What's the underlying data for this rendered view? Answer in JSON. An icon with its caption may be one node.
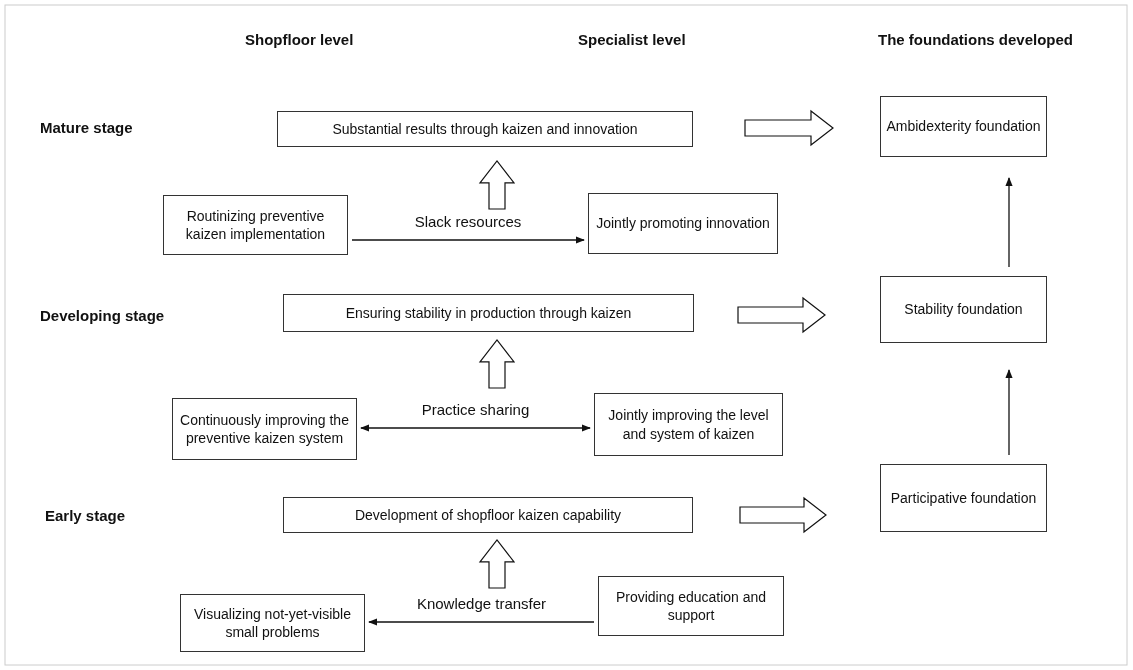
{
  "diagram": {
    "nodes": [
      {
        "text": [
          "Substantial results through kaizen and innovation"
        ]
      },
      {
        "text": [
          "Ambidexterity foundation"
        ]
      },
      {
        "text": [
          "Routinizing preventive kaizen implementation"
        ]
      },
      {
        "text": [
          "Jointly promoting innovation"
        ]
      },
      {
        "text": [
          "Ensuring stability in production through kaizen"
        ]
      },
      {
        "text": [
          "Stability foundation"
        ]
      },
      {
        "text": [
          "Continuously improving the preventive kaizen system"
        ]
      },
      {
        "text": [
          "Jointly improving the level and system of kaizen"
        ]
      },
      {
        "text": [
          "Participative foundation"
        ]
      },
      {
        "text": [
          "Development of shopfloor kaizen capability"
        ]
      },
      {
        "text": [
          "Visualizing not-yet-visible small problems"
        ]
      },
      {
        "text": [
          "Providing education and support"
        ]
      }
    ],
    "edges": [
      {
        "from": 2,
        "to": 3,
        "arrow": "to",
        "label": "Slack resources"
      },
      {
        "from": null,
        "to": 0,
        "arrow": "to",
        "style": "thick"
      },
      {
        "from": 0,
        "to": 1,
        "arrow": "to",
        "style": "thick"
      },
      {
        "from": 6,
        "to": 7,
        "arrow": "both",
        "label": "Practice sharing"
      },
      {
        "from": null,
        "to": 4,
        "arrow": "to",
        "style": "thick"
      },
      {
        "from": 4,
        "to": 5,
        "arrow": "to",
        "style": "thick"
      },
      {
        "from": 11,
        "to": 10,
        "arrow": "to",
        "label": "Knowledge transfer"
      },
      {
        "from": null,
        "to": 9,
        "arrow": "to",
        "style": "thick"
      },
      {
        "from": 9,
        "to": 8,
        "arrow": "to",
        "style": "thick"
      },
      {
        "from": 8,
        "to": 5,
        "arrow": "to"
      },
      {
        "from": 5,
        "to": 1,
        "arrow": "to"
      }
    ],
    "labels": [
      "Shopfloor level",
      "Specialist level",
      "The foundations developed",
      "Mature stage",
      "Developing stage",
      "Early stage"
    ]
  }
}
